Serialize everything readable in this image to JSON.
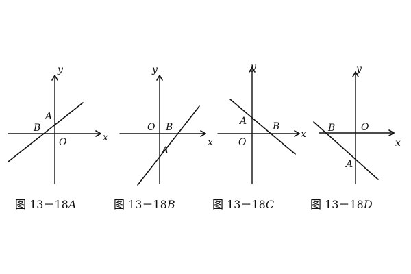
{
  "panels": [
    {
      "id": "A",
      "axis_x": "x",
      "axis_y": "y",
      "origin": "O",
      "intercept_x": "B",
      "intercept_y": "A",
      "caption_prefix": "图 13－18",
      "caption_letter": "A"
    },
    {
      "id": "B",
      "axis_x": "x",
      "axis_y": "y",
      "origin": "O",
      "intercept_x": "B",
      "intercept_y": "A",
      "caption_prefix": "图 13－18",
      "caption_letter": "B"
    },
    {
      "id": "C",
      "axis_x": "x",
      "axis_y": "y",
      "origin": "O",
      "intercept_x": "B",
      "intercept_y": "A",
      "caption_prefix": "图 13－18",
      "caption_letter": "C"
    },
    {
      "id": "D",
      "axis_x": "x",
      "axis_y": "y",
      "origin": "O",
      "intercept_x": "B",
      "intercept_y": "A",
      "caption_prefix": "图 13－18",
      "caption_letter": "D"
    }
  ]
}
